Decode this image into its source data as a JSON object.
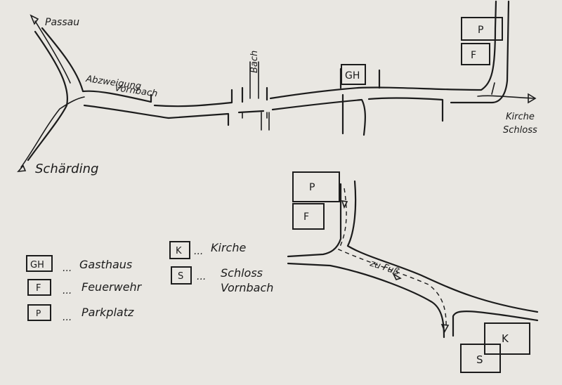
{
  "places": {
    "passau": "Passau",
    "schaerding": "Schärding",
    "abzweigung_line1": "Abzweigung",
    "abzweigung_line2": "Vornbach",
    "bach": "Bach",
    "kirche_line1": "Kirche",
    "kirche_line2": "Schloss",
    "zu_fuss": "zu Fuß"
  },
  "boxes": {
    "gh": "GH",
    "p": "P",
    "f": "F",
    "k": "K",
    "s": "S"
  },
  "legend": [
    {
      "code": "GH",
      "dots": "...",
      "label": "Gasthaus"
    },
    {
      "code": "F",
      "dots": "...",
      "label": "Feuerwehr"
    },
    {
      "code": "P",
      "dots": "...",
      "label": "Parkplatz"
    },
    {
      "code": "K",
      "dots": "...",
      "label": "Kirche"
    },
    {
      "code": "S",
      "dots": "...",
      "label": "Schloss",
      "label2": "Vornbach"
    }
  ],
  "colors": {
    "ink": "#1c1c1c",
    "paper": "#e9e7e2"
  }
}
